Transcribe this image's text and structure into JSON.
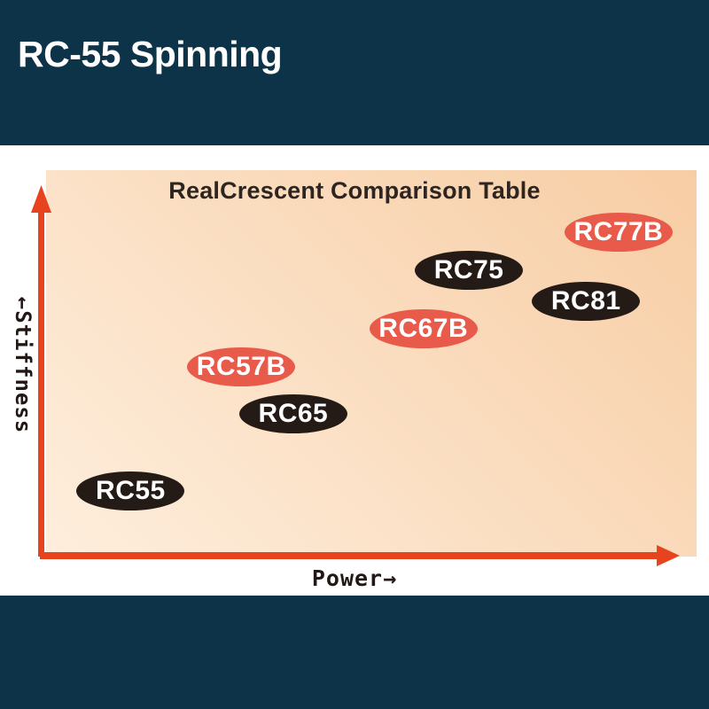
{
  "header": {
    "title": "RC-55 Spinning"
  },
  "theme": {
    "navy": "#0d3349",
    "panel_bg": "#ffffff",
    "peach_light": "#feeedd",
    "peach_dark": "#f7cda4",
    "accent_red": "#e8431f",
    "black_badge": "#241a16",
    "red_badge": "#e85a49",
    "badge_text": "#ffffff",
    "title_text": "#2e2420",
    "axis_label_text": "#231815"
  },
  "chart_data": {
    "type": "scatter",
    "title": "RealCrescent Comparison Table",
    "xlabel": "Power",
    "ylabel": "Stiffness",
    "xlabel_display": "Power→",
    "ylabel_display": "←Stiffness",
    "axis_color": "#e8431f",
    "grid": false,
    "legend": "none",
    "x_range": [
      0,
      1
    ],
    "y_range": [
      0,
      1
    ],
    "points": [
      {
        "label": "RC55",
        "power": 0.13,
        "stiffness": 0.17,
        "variant": "black"
      },
      {
        "label": "RC57B",
        "power": 0.3,
        "stiffness": 0.49,
        "variant": "red"
      },
      {
        "label": "RC65",
        "power": 0.38,
        "stiffness": 0.37,
        "variant": "black"
      },
      {
        "label": "RC67B",
        "power": 0.58,
        "stiffness": 0.59,
        "variant": "red"
      },
      {
        "label": "RC75",
        "power": 0.65,
        "stiffness": 0.74,
        "variant": "black"
      },
      {
        "label": "RC77B",
        "power": 0.88,
        "stiffness": 0.84,
        "variant": "red"
      },
      {
        "label": "RC81",
        "power": 0.83,
        "stiffness": 0.66,
        "variant": "black"
      }
    ]
  }
}
